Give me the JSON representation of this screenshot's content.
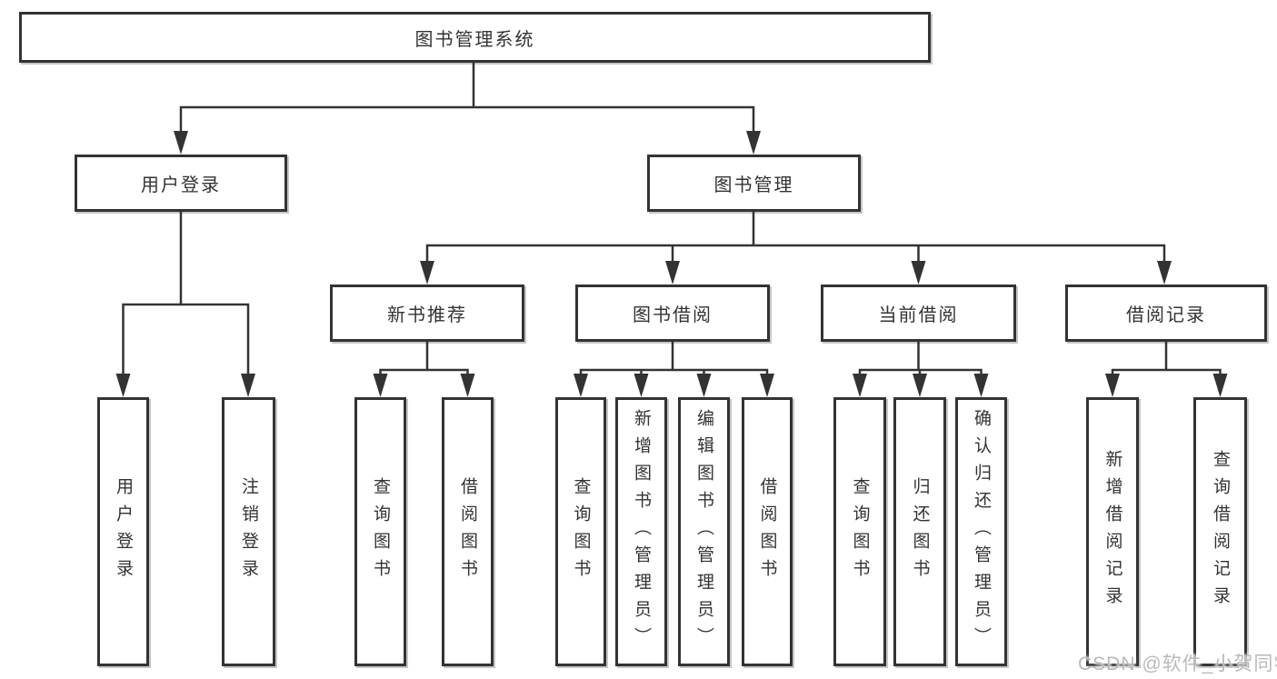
{
  "diagram": {
    "root": {
      "label": "图书管理系统"
    },
    "level2": [
      {
        "label": "用户登录",
        "children": [
          "用户登录",
          "注销登录"
        ]
      },
      {
        "label": "图书管理"
      }
    ],
    "level3": [
      {
        "label": "新书推荐",
        "children": [
          "查询图书",
          "借阅图书"
        ]
      },
      {
        "label": "图书借阅",
        "children": [
          "查询图书",
          "新增图书（管理员）",
          "编辑图书（管理员）",
          "借阅图书"
        ]
      },
      {
        "label": "当前借阅",
        "children": [
          "查询图书",
          "归还图书",
          "确认归还（管理员）"
        ]
      },
      {
        "label": "借阅记录",
        "children": [
          "新增借阅记录",
          "查询借阅记录"
        ]
      }
    ]
  },
  "watermark": {
    "text": "CSDN @软件_小贺同学"
  },
  "colors": {
    "line": "#333333",
    "node_border": "#333333",
    "text": "#333333",
    "watermark": "#b9b9b9",
    "background": "#ffffff"
  }
}
